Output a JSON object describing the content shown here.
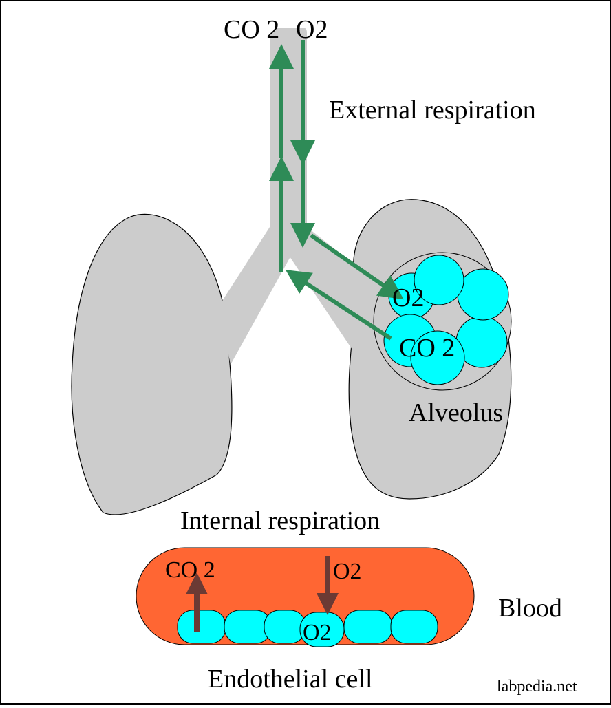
{
  "labels": {
    "top_co2": "CO 2",
    "top_o2": "O2",
    "external_respiration": "External respiration",
    "alveolus_o2": "O2",
    "alveolus_co2": "CO 2",
    "alveolus": "Alveolus",
    "internal_respiration": "Internal respiration",
    "blood_co2": "CO 2",
    "blood_o2": "O2",
    "cell_o2": "O2",
    "blood": "Blood",
    "endothelial_cell": "Endothelial cell",
    "watermark": "labpedia.net"
  },
  "colors": {
    "lung": "#cccccc",
    "airway": "#cccccc",
    "alveolus_cell": "#00ffff",
    "respiration_arrow": "#2e8b57",
    "blood_vessel": "#ff6633",
    "diffusion_arrow": "#6b3a34",
    "border": "#000000"
  }
}
